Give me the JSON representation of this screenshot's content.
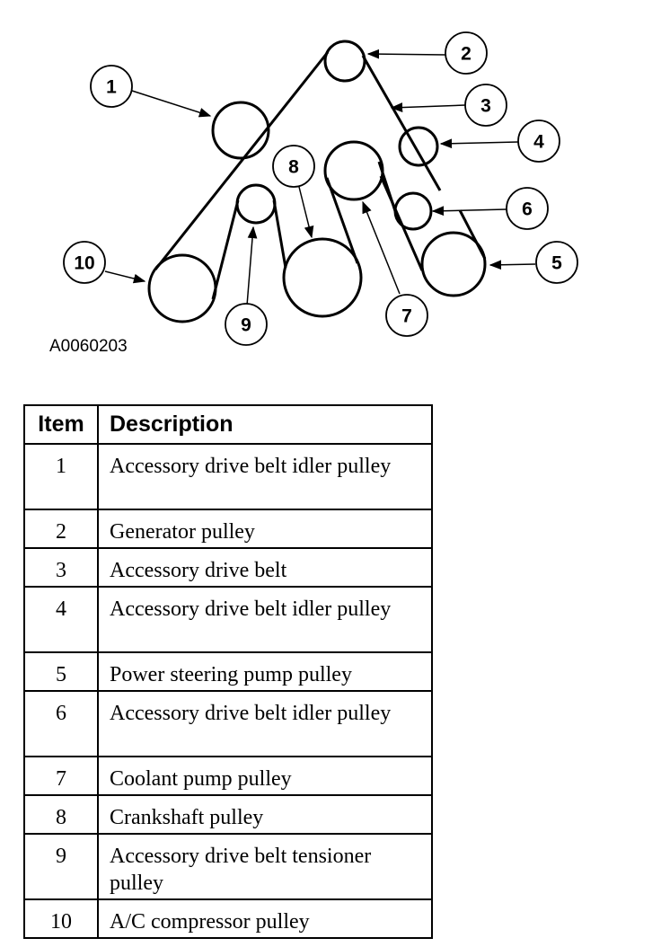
{
  "figure": {
    "code": "A0060203",
    "callouts": [
      "1",
      "2",
      "3",
      "4",
      "5",
      "6",
      "7",
      "8",
      "9",
      "10"
    ]
  },
  "table": {
    "headers": {
      "item": "Item",
      "description": "Description"
    },
    "rows": [
      {
        "item": "1",
        "description": "Accessory drive belt idler pulley"
      },
      {
        "item": "2",
        "description": "Generator pulley"
      },
      {
        "item": "3",
        "description": "Accessory drive belt"
      },
      {
        "item": "4",
        "description": "Accessory drive belt idler pulley"
      },
      {
        "item": "5",
        "description": "Power steering pump pulley"
      },
      {
        "item": "6",
        "description": "Accessory drive belt idler pulley"
      },
      {
        "item": "7",
        "description": "Coolant pump pulley"
      },
      {
        "item": "8",
        "description": "Crankshaft pulley"
      },
      {
        "item": "9",
        "description": "Accessory drive belt tensioner pulley"
      },
      {
        "item": "10",
        "description": "A/C compressor pulley"
      }
    ]
  }
}
